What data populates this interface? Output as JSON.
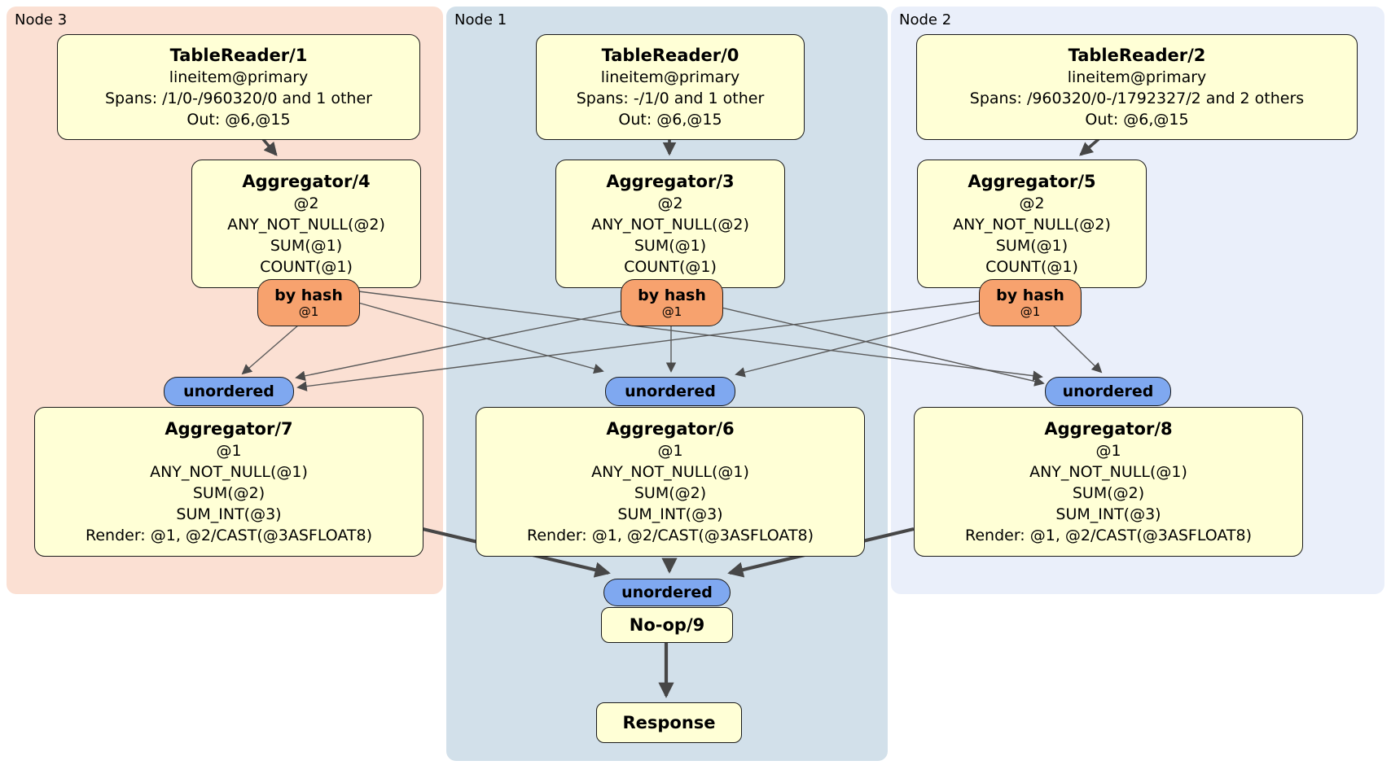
{
  "diagram_title": "distsql-plan",
  "regions": [
    {
      "id": "node3",
      "label": "Node 3"
    },
    {
      "id": "node1",
      "label": "Node 1"
    },
    {
      "id": "node2",
      "label": "Node 2"
    }
  ],
  "nodes": {
    "tr1": {
      "title": "TableReader/1",
      "lines": [
        "lineitem@primary",
        "Spans: /1/0-/960320/0 and 1 other",
        "Out: @6,@15"
      ]
    },
    "tr0": {
      "title": "TableReader/0",
      "lines": [
        "lineitem@primary",
        "Spans: -/1/0 and 1 other",
        "Out: @6,@15"
      ]
    },
    "tr2": {
      "title": "TableReader/2",
      "lines": [
        "lineitem@primary",
        "Spans: /960320/0-/1792327/2 and 2 others",
        "Out: @6,@15"
      ]
    },
    "agg4": {
      "title": "Aggregator/4",
      "lines": [
        "@2",
        "ANY_NOT_NULL(@2)",
        "SUM(@1)",
        "COUNT(@1)"
      ]
    },
    "agg3": {
      "title": "Aggregator/3",
      "lines": [
        "@2",
        "ANY_NOT_NULL(@2)",
        "SUM(@1)",
        "COUNT(@1)"
      ]
    },
    "agg5": {
      "title": "Aggregator/5",
      "lines": [
        "@2",
        "ANY_NOT_NULL(@2)",
        "SUM(@1)",
        "COUNT(@1)"
      ]
    },
    "agg7": {
      "title": "Aggregator/7",
      "lines": [
        "@1",
        "ANY_NOT_NULL(@1)",
        "SUM(@2)",
        "SUM_INT(@3)",
        "Render: @1, @2/CAST(@3ASFLOAT8)"
      ]
    },
    "agg6": {
      "title": "Aggregator/6",
      "lines": [
        "@1",
        "ANY_NOT_NULL(@1)",
        "SUM(@2)",
        "SUM_INT(@3)",
        "Render: @1, @2/CAST(@3ASFLOAT8)"
      ]
    },
    "agg8": {
      "title": "Aggregator/8",
      "lines": [
        "@1",
        "ANY_NOT_NULL(@1)",
        "SUM(@2)",
        "SUM_INT(@3)",
        "Render: @1, @2/CAST(@3ASFLOAT8)"
      ]
    },
    "noop": {
      "title": "No-op/9"
    },
    "response": {
      "title": "Response"
    }
  },
  "routers": {
    "label": "by hash",
    "sub": "@1"
  },
  "syncs": {
    "label": "unordered"
  },
  "colors": {
    "region_node3_bg": "#fbe0d3",
    "region_node1_bg": "#d2e0ea",
    "region_node2_bg": "#eaeffa",
    "node_fill": "#ffffd6",
    "node_border": "#1a1a1a",
    "router_fill": "#f7a26e",
    "sync_fill": "#7fa8f0",
    "edge_color": "#4a4a4a"
  }
}
